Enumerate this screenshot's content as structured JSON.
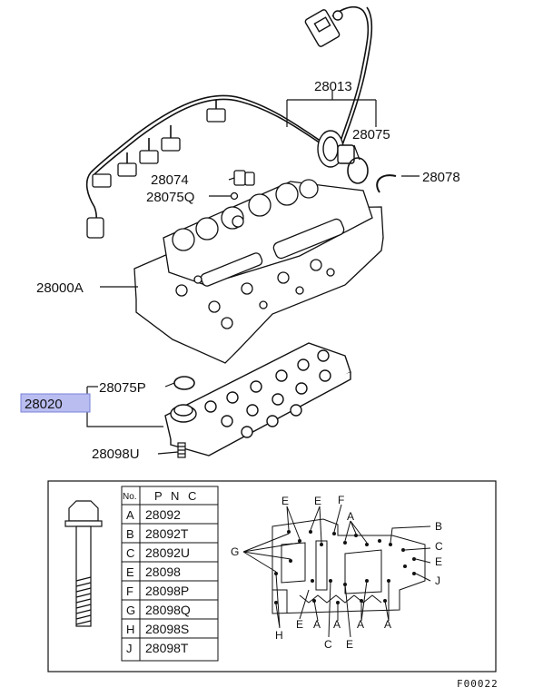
{
  "callouts": {
    "c28013": "28013",
    "c28075": "28075",
    "c28074": "28074",
    "c28078": "28078",
    "c28075q": "28075Q",
    "c28000a": "28000A",
    "c28075p": "28075P",
    "c28020": "28020",
    "c28098u": "28098U"
  },
  "highlight_color": "#b9bdf0",
  "table": {
    "headers": {
      "no": "No.",
      "pnc": "P N C"
    },
    "rows": [
      {
        "letter": "A",
        "pnc": "28092"
      },
      {
        "letter": "B",
        "pnc": "28092T"
      },
      {
        "letter": "C",
        "pnc": "28092U"
      },
      {
        "letter": "E",
        "pnc": "28098"
      },
      {
        "letter": "F",
        "pnc": "28098P"
      },
      {
        "letter": "G",
        "pnc": "28098Q"
      },
      {
        "letter": "H",
        "pnc": "28098S"
      },
      {
        "letter": "J",
        "pnc": "28098T"
      }
    ]
  },
  "bolt_letters": {
    "e1": "E",
    "e2": "E",
    "f": "F",
    "a_top": "A",
    "b": "B",
    "c_right": "C",
    "e_right": "E",
    "j": "J",
    "g": "G",
    "h": "H",
    "e_bot": "E",
    "a1": "A",
    "a2": "A",
    "a3": "A",
    "a4": "A",
    "c_bot": "C",
    "e_bot2": "E"
  },
  "figure_code": "F00022"
}
